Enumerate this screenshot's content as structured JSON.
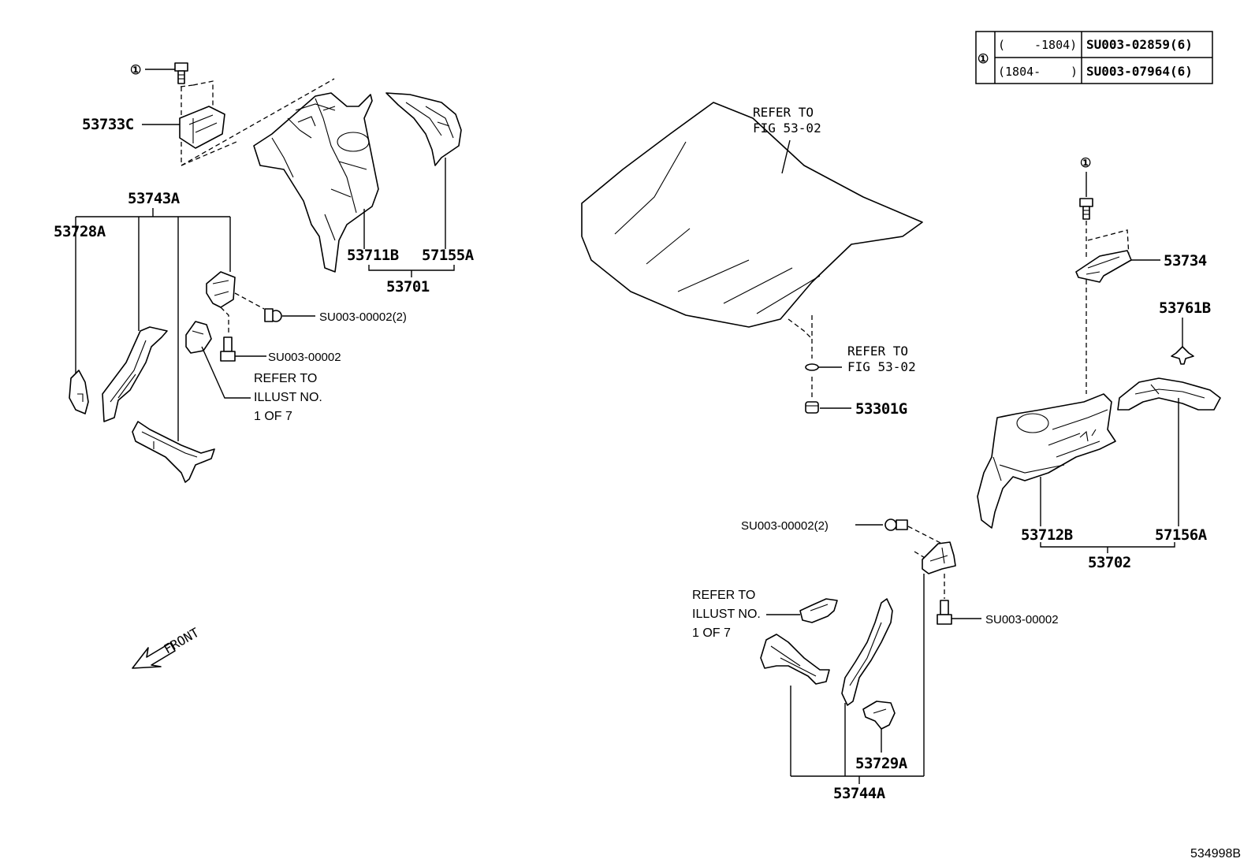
{
  "table": {
    "symbol": "①",
    "rows": [
      {
        "range_open": "(",
        "range_close": "-1804)",
        "part": "SU003-02859(6)"
      },
      {
        "range_open": "(1804-",
        "range_close": ")",
        "part": "SU003-07964(6)"
      }
    ]
  },
  "callout_symbol": "①",
  "labels": {
    "p53733C": "53733C",
    "p53743A": "53743A",
    "p53728A": "53728A",
    "p53711B": "53711B",
    "p57155A": "57155A",
    "p53701": "53701",
    "bolt_left_2": "SU003-00002(2)",
    "bolt_left_1": "SU003-00002",
    "refer_left": [
      "REFER TO",
      "ILLUST NO.",
      "1 OF 7"
    ],
    "hood_refer": [
      "REFER TO",
      "FIG 53-02"
    ],
    "clip_refer": [
      "REFER TO",
      "FIG 53-02"
    ],
    "p53301G": "53301G",
    "p53734": "53734",
    "p53761B": "53761B",
    "p53712B": "53712B",
    "p57156A": "57156A",
    "p53702": "53702",
    "bolt_right_2": "SU003-00002(2)",
    "bolt_right_1": "SU003-00002",
    "refer_right": [
      "REFER TO",
      "ILLUST NO.",
      "1 OF 7"
    ],
    "p53729A": "53729A",
    "p53744A": "53744A",
    "front": "FRONT",
    "drawing_no": "534998B"
  }
}
